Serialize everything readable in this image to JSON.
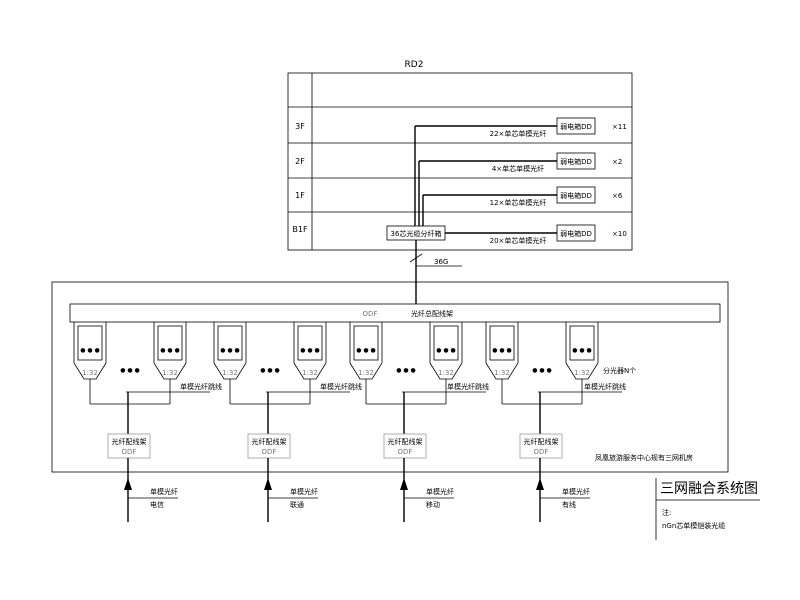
{
  "building": {
    "label": "RD2",
    "floors": [
      {
        "label": "3F",
        "fiber": "22×单芯单模光纤",
        "device": "弱电箱DD",
        "count": "×11"
      },
      {
        "label": "2F",
        "fiber": "4×单芯单模光纤",
        "device": "弱电箱DD",
        "count": "×2"
      },
      {
        "label": "1F",
        "fiber": "12×单芯单模光纤",
        "device": "弱电箱DD",
        "count": "×6"
      },
      {
        "label": "B1F",
        "fiber": "20×单芯单模光纤",
        "device": "弱电箱DD",
        "count": "×10"
      }
    ],
    "splitter": "36芯光缆分纤箱",
    "cable": "36G"
  },
  "room": {
    "odf_main": "ODF",
    "odf_main_label": "光纤总配线架",
    "splitter_ratio": "1:32",
    "splitter_note": "分光器N个",
    "jumper": "单模光纤跳线",
    "dots": "● ● ●",
    "room_name": "凤凰旅游服务中心规有三网机房"
  },
  "odf_units": [
    {
      "label": "光纤配线架",
      "code": "ODF",
      "fiber": "单模光纤",
      "operator": "电信"
    },
    {
      "label": "光纤配线架",
      "code": "ODF",
      "fiber": "单模光纤",
      "operator": "联通"
    },
    {
      "label": "光纤配线架",
      "code": "ODF",
      "fiber": "单模光纤",
      "operator": "移动"
    },
    {
      "label": "光纤配线架",
      "code": "ODF",
      "fiber": "单模光纤",
      "operator": "有线"
    }
  ],
  "legend": {
    "title": "三网融合系统图",
    "note_label": "注:",
    "note_text": "nGn芯单模铠装光缆"
  }
}
